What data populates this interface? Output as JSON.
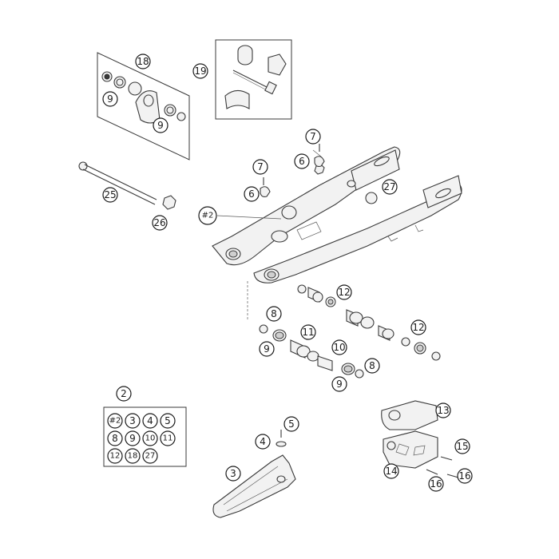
{
  "callouts": {
    "c18": "18",
    "c19": "19",
    "c9a": "9",
    "c9b": "9",
    "c7a": "7",
    "c6a": "6",
    "c7b": "7",
    "c6b": "6",
    "c27": "27",
    "c25": "25",
    "c26": "26",
    "c2main": "#2",
    "c12a": "12",
    "c8a": "8",
    "c11": "11",
    "c12b": "12",
    "c9c": "9",
    "c10": "10",
    "c8b": "8",
    "c9d": "9",
    "c2": "2",
    "c13": "13",
    "c5": "5",
    "c4": "4",
    "c15": "15",
    "c14": "14",
    "c3": "3",
    "c16a": "16",
    "c16b": "16"
  },
  "kit_grid": [
    "#2",
    "3",
    "4",
    "5",
    "8",
    "9",
    "10",
    "11",
    "12",
    "18",
    "27"
  ]
}
